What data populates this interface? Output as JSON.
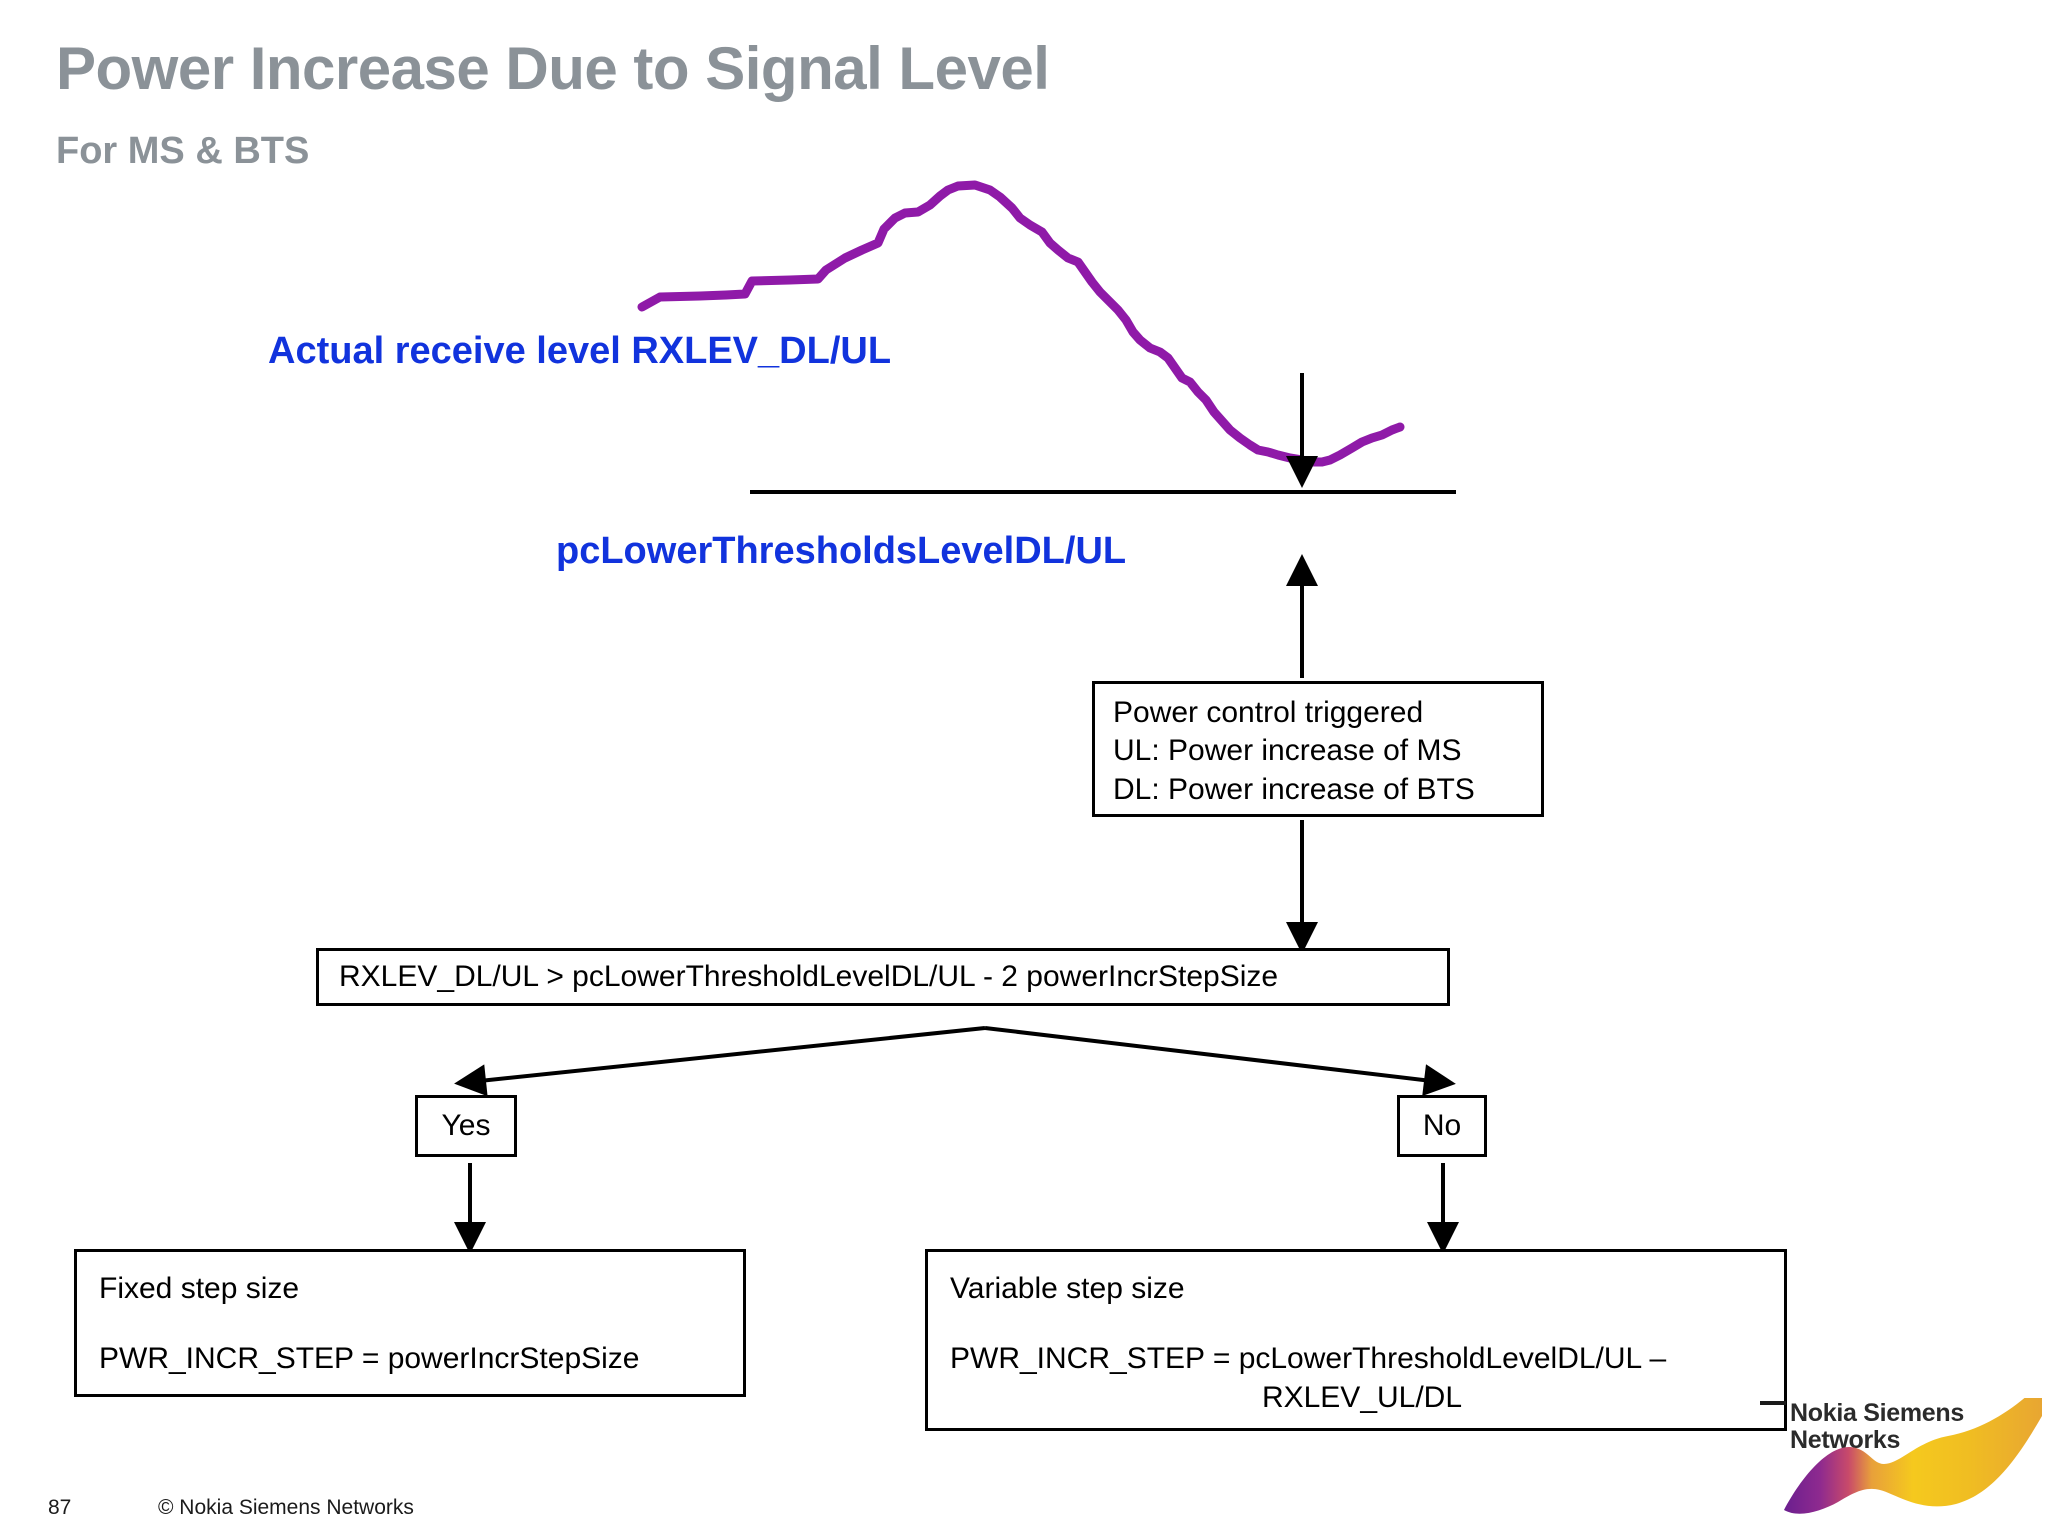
{
  "slide": {
    "title": "Power Increase Due to Signal Level",
    "subtitle": "For MS & BTS",
    "title_color": "#8b9298",
    "accent_blue": "#1133dd",
    "curve_color": "#8f1aa8"
  },
  "labels": {
    "rxlev": "Actual receive level RXLEV_DL/UL",
    "threshold": "pcLowerThresholdsLevelDL/UL"
  },
  "boxes": {
    "trigger": {
      "line1": "Power control triggered",
      "line2": "UL: Power increase of MS",
      "line3": "DL: Power increase of BTS"
    },
    "condition": {
      "text": "RXLEV_DL/UL > pcLowerThresholdLevelDL/UL - 2 powerIncrStepSize"
    },
    "yes": {
      "label": "Yes"
    },
    "no": {
      "label": "No"
    },
    "fixed": {
      "line1": "Fixed step size",
      "line2": "PWR_INCR_STEP = powerIncrStepSize"
    },
    "variable": {
      "line1": "Variable step size",
      "line2": "PWR_INCR_STEP = pcLowerThresholdLevelDL/UL –",
      "line3": "RXLEV_UL/DL"
    }
  },
  "footer": {
    "page_number": "87",
    "copyright": "© Nokia Siemens Networks"
  },
  "logo": {
    "line1": "Nokia Siemens",
    "line2": "Networks"
  },
  "chart_data": {
    "type": "line",
    "title": "Actual receive level RXLEV_DL/UL",
    "series": [
      {
        "name": "RXLEV_DL/UL",
        "color": "#8f1aa8",
        "points": [
          [
            642,
            307
          ],
          [
            660,
            297
          ],
          [
            700,
            296
          ],
          [
            726,
            295
          ],
          [
            745,
            294
          ],
          [
            752,
            281
          ],
          [
            790,
            280
          ],
          [
            818,
            279
          ],
          [
            826,
            270
          ],
          [
            845,
            258
          ],
          [
            862,
            250
          ],
          [
            878,
            243
          ],
          [
            884,
            229
          ],
          [
            895,
            218
          ],
          [
            905,
            213
          ],
          [
            918,
            212
          ],
          [
            930,
            205
          ],
          [
            940,
            196
          ],
          [
            948,
            190
          ],
          [
            958,
            186
          ],
          [
            975,
            185
          ],
          [
            990,
            190
          ],
          [
            1000,
            197
          ],
          [
            1012,
            208
          ],
          [
            1020,
            218
          ],
          [
            1030,
            225
          ],
          [
            1042,
            232
          ],
          [
            1050,
            243
          ],
          [
            1058,
            250
          ],
          [
            1068,
            258
          ],
          [
            1078,
            262
          ],
          [
            1085,
            272
          ],
          [
            1092,
            282
          ],
          [
            1100,
            292
          ],
          [
            1110,
            302
          ],
          [
            1118,
            310
          ],
          [
            1126,
            320
          ],
          [
            1133,
            332
          ],
          [
            1140,
            340
          ],
          [
            1150,
            348
          ],
          [
            1160,
            352
          ],
          [
            1168,
            358
          ],
          [
            1175,
            368
          ],
          [
            1182,
            378
          ],
          [
            1190,
            382
          ],
          [
            1198,
            392
          ],
          [
            1206,
            400
          ],
          [
            1214,
            412
          ],
          [
            1222,
            421
          ],
          [
            1230,
            430
          ],
          [
            1240,
            438
          ],
          [
            1250,
            445
          ],
          [
            1258,
            450
          ],
          [
            1268,
            452
          ],
          [
            1278,
            455
          ],
          [
            1290,
            458
          ],
          [
            1302,
            460
          ],
          [
            1312,
            462
          ],
          [
            1322,
            462
          ],
          [
            1330,
            460
          ],
          [
            1340,
            455
          ],
          [
            1352,
            448
          ],
          [
            1362,
            442
          ],
          [
            1372,
            438
          ],
          [
            1382,
            435
          ],
          [
            1392,
            430
          ],
          [
            1400,
            427
          ]
        ]
      }
    ],
    "threshold_line": {
      "label": "pcLowerThresholdsLevelDL/UL",
      "y": 492,
      "x_start": 750,
      "x_end": 1456,
      "color": "#000000"
    },
    "annotations": [
      {
        "type": "arrow-down",
        "x": 1302,
        "y_from": 373,
        "y_to": 480
      },
      {
        "type": "arrow-up",
        "x": 1302,
        "y_from": 678,
        "y_to": 568
      }
    ],
    "grid": false,
    "legend": "none"
  }
}
